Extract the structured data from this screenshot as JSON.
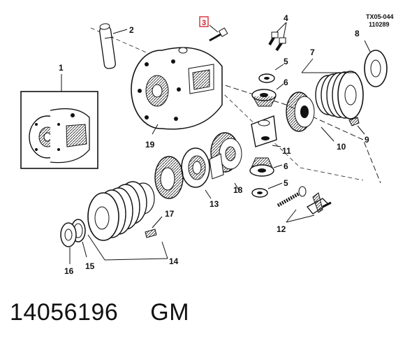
{
  "figure": {
    "ref_code": "TX05-044",
    "ref_number": "110289"
  },
  "callouts": [
    "1",
    "2",
    "3",
    "4",
    "5",
    "6",
    "7",
    "8",
    "9",
    "10",
    "11",
    "12",
    "13",
    "14",
    "15",
    "16",
    "17",
    "18",
    "19",
    "5",
    "6"
  ],
  "caption": {
    "part_number": "14056196",
    "brand": "GM"
  },
  "colors": {
    "ink": "#111111",
    "highlight_box": "#d11a2a"
  }
}
